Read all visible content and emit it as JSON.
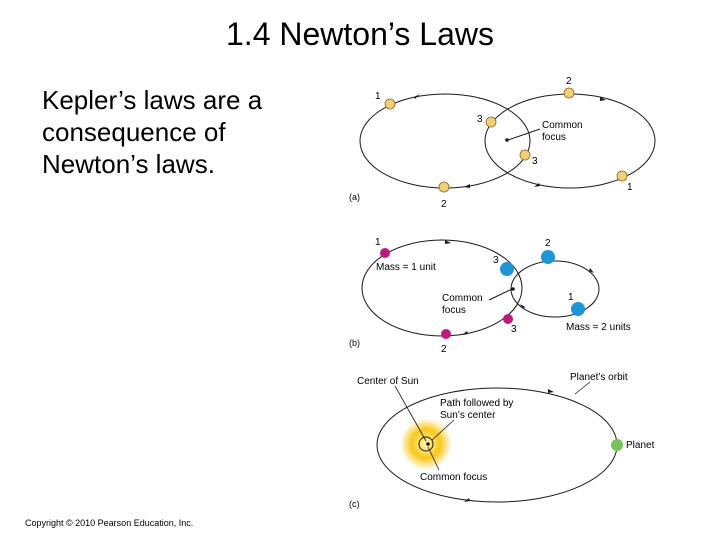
{
  "slide": {
    "title": "1.4 Newton’s Laws",
    "body": [
      "Kepler’s laws are a",
      "consequence of",
      "Newton’s laws."
    ],
    "copyright": "Copyright © 2010 Pearson Education, Inc."
  },
  "figure_a": {
    "panel": "(a)",
    "focus_label": [
      "Common",
      "focus"
    ],
    "left_body_numbers": [
      "1",
      "2",
      "3"
    ],
    "right_body_numbers": [
      "1",
      "2",
      "3"
    ]
  },
  "figure_b": {
    "panel": "(b)",
    "mass_small": "Mass = 1 unit",
    "mass_large": "Mass = 2 units",
    "focus_label": [
      "Common",
      "focus"
    ],
    "small_body_numbers": [
      "1",
      "2",
      "3"
    ],
    "large_body_numbers": [
      "1",
      "2",
      "3"
    ]
  },
  "figure_c": {
    "panel": "(c)",
    "center_of_sun": "Center of Sun",
    "planets_orbit": "Planet’s orbit",
    "path_followed": [
      "Path followed by",
      "Sun’s center"
    ],
    "planet": "Planet",
    "common_focus": "Common focus"
  },
  "colors": {
    "body_a": "#f2cf7a",
    "body_small": "#c0197c",
    "body_large": "#1e95d6",
    "sun": "#f7c81a",
    "planet": "#79c25a",
    "line": "#1a1a1a"
  }
}
